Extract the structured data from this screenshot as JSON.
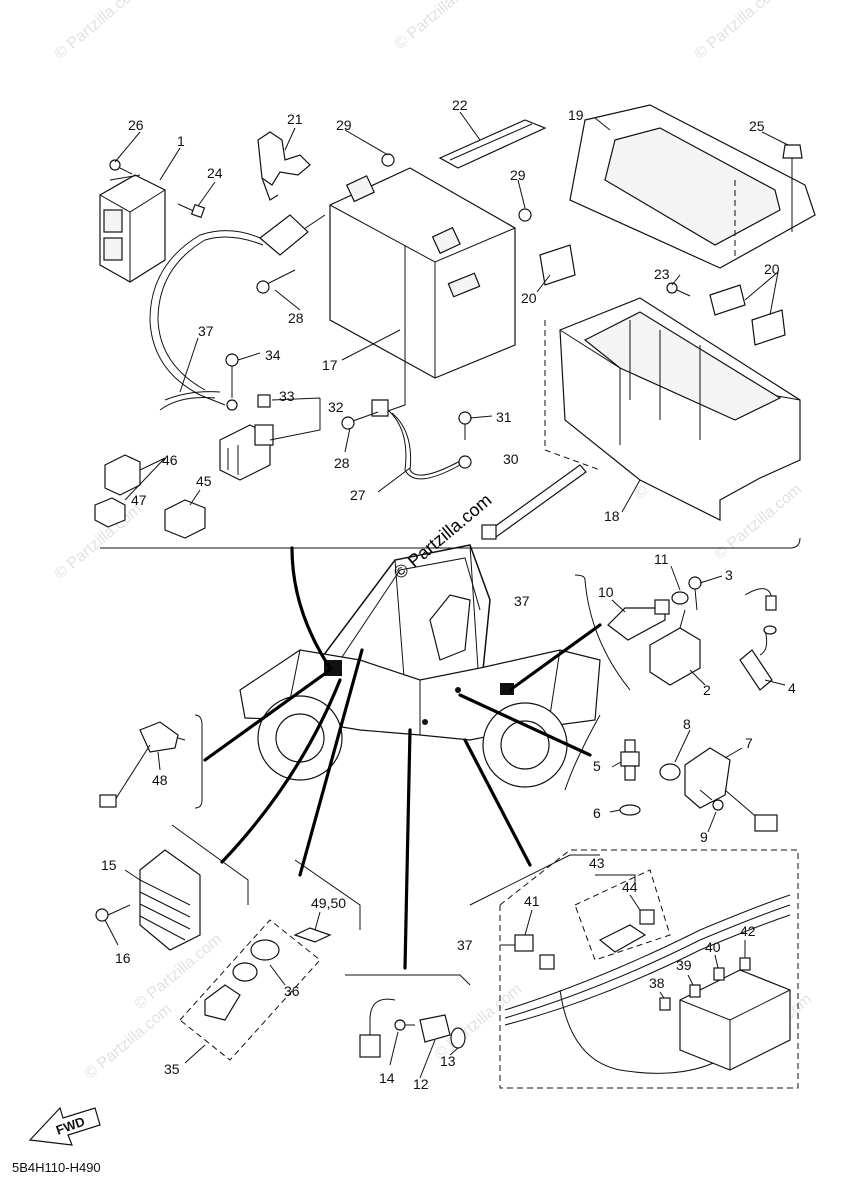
{
  "diagram": {
    "code": "5B4H110-H490",
    "fwd_label": "FWD",
    "watermark": "© Partzilla.com",
    "callouts": {
      "c1": "1",
      "c2": "2",
      "c3": "3",
      "c4": "4",
      "c5": "5",
      "c6": "6",
      "c7": "7",
      "c8": "8",
      "c9": "9",
      "c10": "10",
      "c11": "11",
      "c12": "12",
      "c13": "13",
      "c14": "14",
      "c15": "15",
      "c16": "16",
      "c17": "17",
      "c18": "18",
      "c19": "19",
      "c20a": "20",
      "c20b": "20",
      "c21": "21",
      "c22": "22",
      "c23": "23",
      "c24": "24",
      "c25": "25",
      "c26": "26",
      "c27": "27",
      "c28a": "28",
      "c28b": "28",
      "c29a": "29",
      "c29b": "29",
      "c30": "30",
      "c31": "31",
      "c32": "32",
      "c33": "33",
      "c34": "34",
      "c35": "35",
      "c36": "36",
      "c37a": "37",
      "c37b": "37",
      "c37c": "37",
      "c38": "38",
      "c39": "39",
      "c40": "40",
      "c41": "41",
      "c42": "42",
      "c43": "43",
      "c44": "44",
      "c45": "45",
      "c46": "46",
      "c47": "47",
      "c48": "48",
      "c4950": "49,50"
    }
  }
}
